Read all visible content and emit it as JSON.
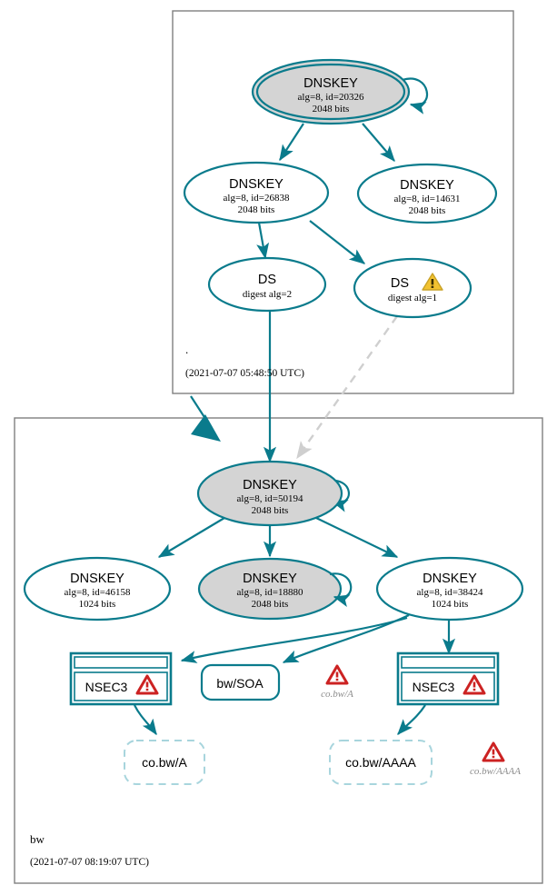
{
  "diagram": {
    "type": "dnssec-authentication-chain",
    "colors": {
      "accent": "#0a7b8c",
      "node_fill_secure": "#d4d4d4",
      "node_fill_plain": "#ffffff",
      "zone_border": "#7f7f7f",
      "warning_yellow": "#f2c230",
      "error_red": "#cc2222",
      "dashed_node": "#a8d5dd",
      "insecure_edge": "#cfcfcf"
    }
  },
  "zones": [
    {
      "id": "root",
      "name": ".",
      "timestamp": "(2021-07-07 05:48:50 UTC)"
    },
    {
      "id": "bw",
      "name": "bw",
      "timestamp": "(2021-07-07 08:19:07 UTC)"
    }
  ],
  "nodes": {
    "root_ksk": {
      "title": "DNSKEY",
      "line2": "alg=8, id=20326",
      "line3": "2048 bits",
      "shape": "doubleellipse",
      "fill": "gray"
    },
    "root_zsk_26838": {
      "title": "DNSKEY",
      "line2": "alg=8, id=26838",
      "line3": "2048 bits",
      "shape": "ellipse",
      "fill": "white"
    },
    "root_zsk_14631": {
      "title": "DNSKEY",
      "line2": "alg=8, id=14631",
      "line3": "2048 bits",
      "shape": "ellipse",
      "fill": "white"
    },
    "ds_alg2": {
      "title": "DS",
      "line2": "digest alg=2",
      "shape": "ellipse",
      "fill": "white",
      "status": "ok"
    },
    "ds_alg1": {
      "title": "DS",
      "line2": "digest alg=1",
      "shape": "ellipse",
      "fill": "white",
      "status": "warning"
    },
    "bw_ksk_50194": {
      "title": "DNSKEY",
      "line2": "alg=8, id=50194",
      "line3": "2048 bits",
      "shape": "ellipse",
      "fill": "gray"
    },
    "bw_key_46158": {
      "title": "DNSKEY",
      "line2": "alg=8, id=46158",
      "line3": "1024 bits",
      "shape": "ellipse",
      "fill": "white"
    },
    "bw_key_18880": {
      "title": "DNSKEY",
      "line2": "alg=8, id=18880",
      "line3": "2048 bits",
      "shape": "ellipse",
      "fill": "gray"
    },
    "bw_key_38424": {
      "title": "DNSKEY",
      "line2": "alg=8, id=38424",
      "line3": "1024 bits",
      "shape": "ellipse",
      "fill": "white"
    },
    "nsec3_left": {
      "title": "NSEC3",
      "shape": "rrset-box",
      "status": "error"
    },
    "bw_soa": {
      "title": "bw/SOA",
      "shape": "rounded-box"
    },
    "nsec3_right": {
      "title": "NSEC3",
      "shape": "rrset-box",
      "status": "error"
    },
    "cobw_a": {
      "title": "co.bw/A",
      "shape": "dashed-rounded-box"
    },
    "cobw_aaaa": {
      "title": "co.bw/AAAA",
      "shape": "dashed-rounded-box"
    }
  },
  "error_markers": [
    {
      "id": "err_cobw_a",
      "label": "co.bw/A",
      "severity": "error"
    },
    {
      "id": "err_cobw_aaaa",
      "label": "co.bw/AAAA",
      "severity": "error"
    }
  ]
}
